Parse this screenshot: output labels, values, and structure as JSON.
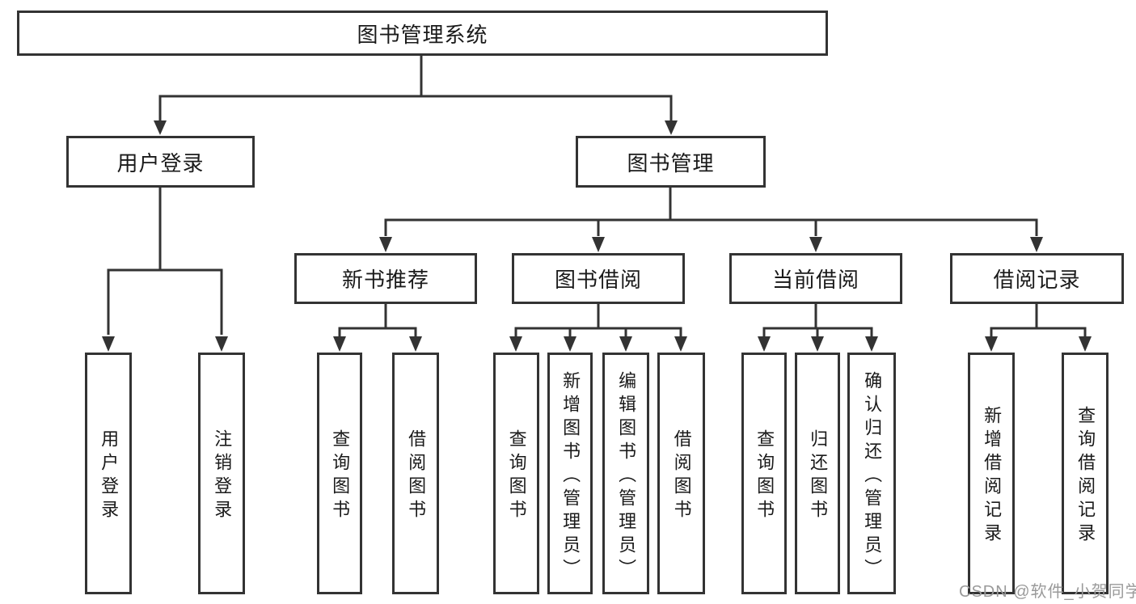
{
  "diagram": {
    "root": {
      "label": "图书管理系统",
      "children": [
        {
          "label": "用户登录",
          "children": [
            {
              "label": "用户登录"
            },
            {
              "label": "注销登录"
            }
          ]
        },
        {
          "label": "图书管理",
          "children": [
            {
              "label": "新书推荐",
              "children": [
                {
                  "label": "查询图书"
                },
                {
                  "label": "借阅图书"
                }
              ]
            },
            {
              "label": "图书借阅",
              "children": [
                {
                  "label": "查询图书"
                },
                {
                  "label": "新增图书（管理员）"
                },
                {
                  "label": "编辑图书（管理员）"
                },
                {
                  "label": "借阅图书"
                }
              ]
            },
            {
              "label": "当前借阅",
              "children": [
                {
                  "label": "查询图书"
                },
                {
                  "label": "归还图书"
                },
                {
                  "label": "确认归还（管理员）"
                }
              ]
            },
            {
              "label": "借阅记录",
              "children": [
                {
                  "label": "新增借阅记录"
                },
                {
                  "label": "查询借阅记录"
                }
              ]
            }
          ]
        }
      ]
    }
  },
  "watermark": {
    "text": "CSDN @软件_小贺同学"
  },
  "colors": {
    "line": "#333333",
    "text": "#1a1a1a",
    "box_background": "#ffffff",
    "page_background": "#ffffff",
    "watermark": "#9a9a9a"
  }
}
